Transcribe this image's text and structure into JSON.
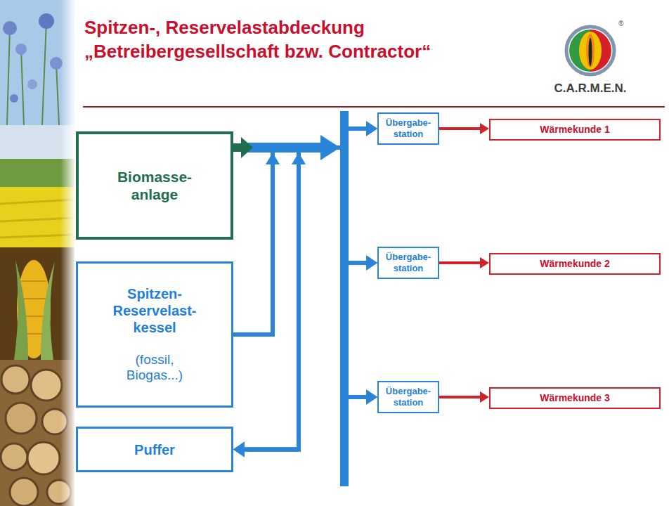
{
  "diagram": {
    "title": "Spitzen-, Reservelastabdeckung „Betreibergesellschaft bzw. Contractor“",
    "nodes": [
      {
        "text": [
          "Biomasse- anlage"
        ]
      },
      {
        "text": [
          "Spitzen- Reservelast- kessel",
          "(fossil, Biogas...)"
        ]
      },
      {
        "text": [
          "Puffer"
        ]
      },
      {
        "text": [
          "Übergabe- station"
        ]
      },
      {
        "text": [
          "Wärmekunde 1"
        ]
      },
      {
        "text": [
          "Übergabe- station"
        ]
      },
      {
        "text": [
          "Wärmekunde 2"
        ]
      },
      {
        "text": [
          "Übergabe- station"
        ]
      },
      {
        "text": [
          "Wärmekunde 3"
        ]
      }
    ],
    "edges": [
      {
        "from": 0,
        "to": 3,
        "arrow": "to"
      },
      {
        "from": 0,
        "to": 5,
        "arrow": "to"
      },
      {
        "from": 0,
        "to": 7,
        "arrow": "to"
      },
      {
        "from": 1,
        "to": 3,
        "arrow": "to"
      },
      {
        "from": 1,
        "to": 5,
        "arrow": "to"
      },
      {
        "from": 1,
        "to": 7,
        "arrow": "to"
      },
      {
        "from": 2,
        "to": 3,
        "arrow": "both"
      },
      {
        "from": 2,
        "to": 5,
        "arrow": "both"
      },
      {
        "from": 2,
        "to": 7,
        "arrow": "both"
      },
      {
        "from": 3,
        "to": 4,
        "arrow": "to"
      },
      {
        "from": 5,
        "to": 6,
        "arrow": "to"
      },
      {
        "from": 7,
        "to": 8,
        "arrow": "to"
      }
    ],
    "labels": [
      "C.A.R.M.E.N.",
      "®"
    ]
  }
}
